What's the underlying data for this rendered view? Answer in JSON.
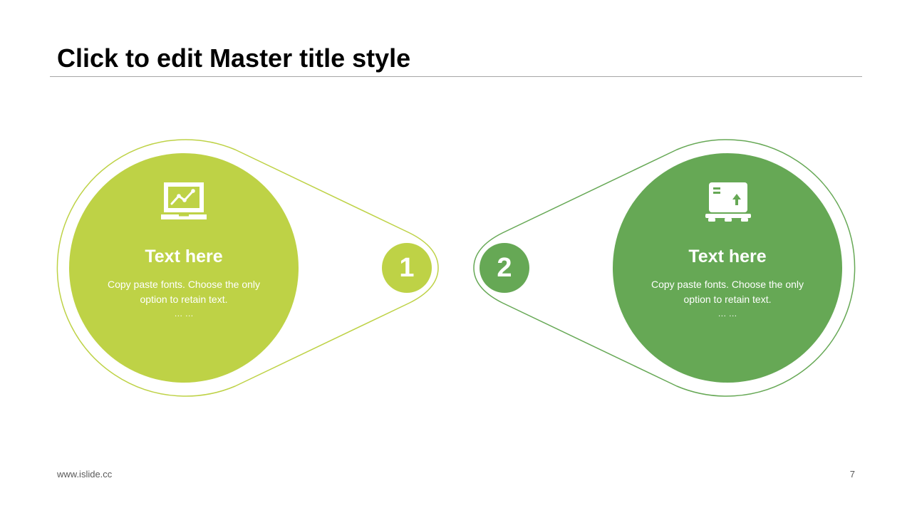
{
  "slide": {
    "title": "Click to edit Master title style"
  },
  "colors": {
    "lime": "#bed246",
    "green": "#66a855",
    "rule": "#a6a6a6",
    "footer": "#595959"
  },
  "items": [
    {
      "number": "1",
      "heading": "Text here",
      "body_line1": "Copy paste fonts. Choose the only",
      "body_line2": "option to retain text.",
      "ellipsis": "… …",
      "icon": "laptop-chart-icon",
      "color": "#bed246"
    },
    {
      "number": "2",
      "heading": "Text here",
      "body_line1": "Copy paste fonts. Choose the only",
      "body_line2": "option to retain text.",
      "ellipsis": "… …",
      "icon": "box-upload-icon",
      "color": "#66a855"
    }
  ],
  "footer": {
    "url": "www.islide.cc",
    "page": "7"
  }
}
